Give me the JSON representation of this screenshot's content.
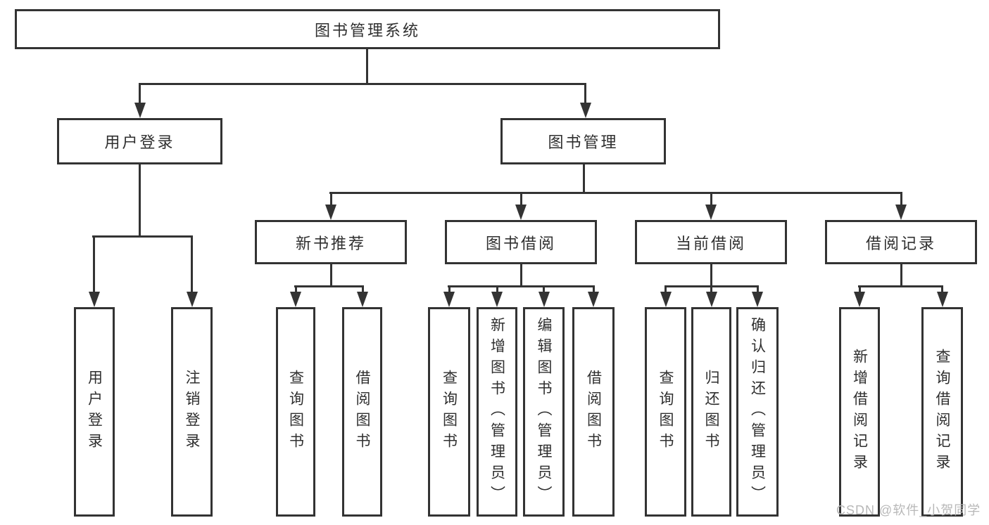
{
  "diagram": {
    "title": "图书管理系统",
    "level2": [
      "用户登录",
      "图书管理"
    ],
    "level3": [
      "新书推荐",
      "图书借阅",
      "当前借阅",
      "借阅记录"
    ],
    "leaves": [
      "用户登录",
      "注销登录",
      "查询图书",
      "借阅图书",
      "查询图书",
      "新增图书（管理员）",
      "编辑图书（管理员）",
      "借阅图书",
      "查询图书",
      "归还图书",
      "确认归还（管理员）",
      "新增借阅记录",
      "查询借阅记录"
    ],
    "watermark": "CSDN @软件_小贺同学",
    "colors": {
      "line": "#333333",
      "text": "#2f2f2f",
      "watermark": "#b8b8b8",
      "background": "#ffffff"
    }
  }
}
